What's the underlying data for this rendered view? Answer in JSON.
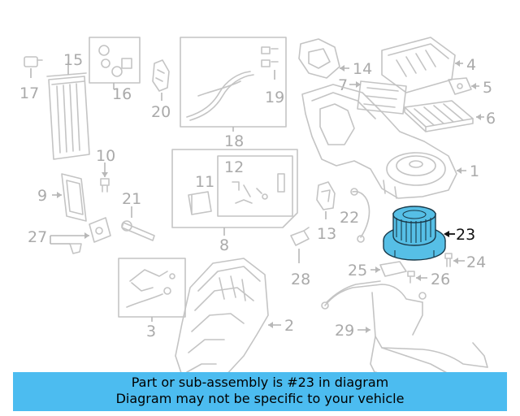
{
  "callouts": {
    "c1": "1",
    "c2": "2",
    "c3": "3",
    "c4": "4",
    "c5": "5",
    "c6": "6",
    "c7": "7",
    "c8": "8",
    "c9": "9",
    "c10": "10",
    "c11": "11",
    "c12": "12",
    "c13": "13",
    "c14": "14",
    "c15": "15",
    "c16": "16",
    "c17": "17",
    "c18": "18",
    "c19": "19",
    "c20": "20",
    "c21": "21",
    "c22": "22",
    "c23": "23",
    "c24": "24",
    "c25": "25",
    "c26": "26",
    "c27": "27",
    "c28": "28",
    "c29": "29"
  },
  "highlight": {
    "part_number": "23",
    "color": "#56bfe6"
  },
  "banner": {
    "line1": "Part or sub-assembly is #23 in diagram",
    "line2": "Diagram may not be specific to your vehicle",
    "background": "#4cbcf0"
  }
}
